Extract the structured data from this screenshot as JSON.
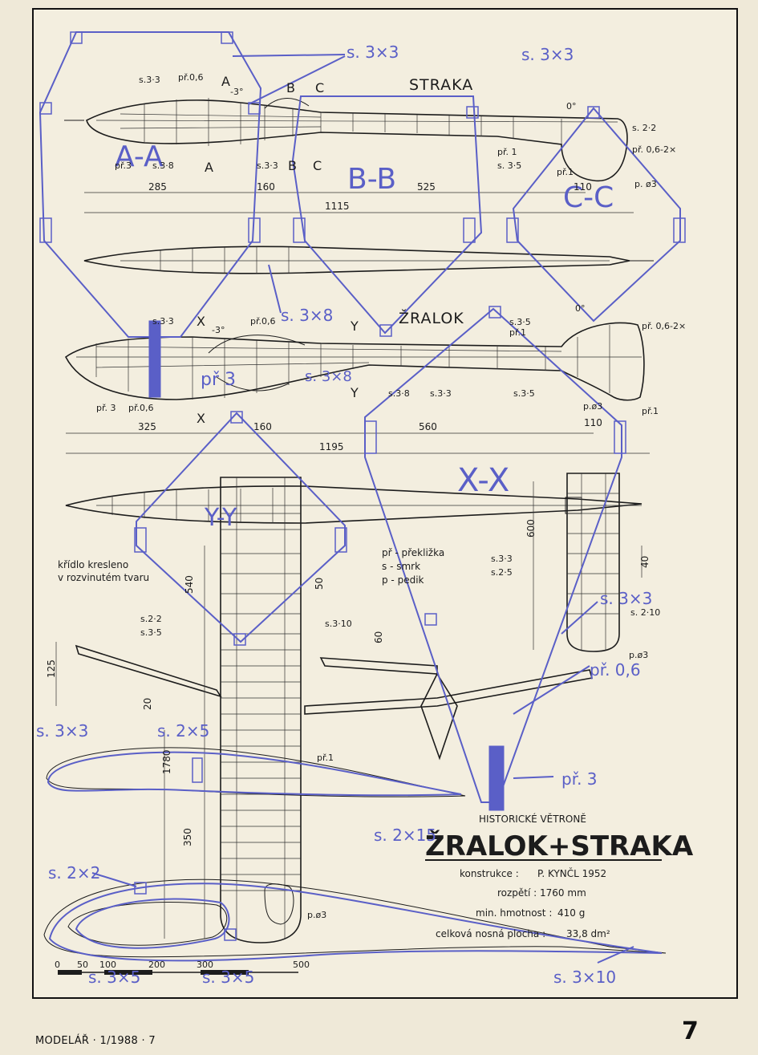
{
  "footer": {
    "magazine": "MODELÁŘ · 1/1988 · 7",
    "page_number": "7"
  },
  "titles": {
    "straka": "STRAKA",
    "zralok": "ŽRALOK",
    "historicke": "HISTORICKÉ VĚTRONĚ",
    "main": "ŽRALOK+STRAKA"
  },
  "specs": {
    "konstrukce_label": "konstrukce :",
    "konstrukce_value": "P. KYNČL  1952",
    "rozpeti": "rozpětí : 1760 mm",
    "hmotnost_label": "min. hmotnost :",
    "hmotnost_value": "410 g",
    "plocha_label": "celková nosná plocha :",
    "plocha_value": "33,8 dm²"
  },
  "legend": [
    "př - překližka",
    "s - smrk",
    "p - pedik"
  ],
  "wing_note": [
    "křídlo kresleno",
    "v rozvinutém tvaru"
  ],
  "blue_labels": {
    "s33a": "s. 3×3",
    "s33b": "s. 3×3",
    "s38": "s. 3×8",
    "s33c": "s. 3×3",
    "s25": "s. 2×5",
    "s215": "s. 2×15",
    "s22": "s. 2×2",
    "s35a": "s. 3×5",
    "s35b": "s. 3×5",
    "s310": "s. 3×10",
    "s33d": "s. 3×3",
    "pr06": "př. 0,6",
    "pr3a": "př 3",
    "pr3b": "př. 3",
    "s38b": "s. 3×8",
    "AA": "A-A",
    "BB": "B-B",
    "CC": "C-C",
    "XX": "X-X",
    "YY": "Y-Y"
  },
  "dims": {
    "d285": "285",
    "d160a": "160",
    "d525": "525",
    "d1115": "1115",
    "d110a": "110",
    "d325": "325",
    "d160b": "160",
    "d560": "560",
    "d110b": "110",
    "d1195": "1195",
    "d540": "540",
    "d50": "50",
    "d600": "600",
    "d40": "40",
    "d60": "60",
    "d125": "125",
    "d20": "20",
    "d1780": "1780",
    "d350": "350"
  },
  "small": {
    "s33_1": "s.3·3",
    "pr06_1": "př.0,6",
    "A_1": "A",
    "a3": "-3°",
    "B_1": "B",
    "C_1": "C",
    "B_2": "B",
    "C_2": "C",
    "A_2": "A",
    "pr3_1": "př.3",
    "s38_1": "s.3·8",
    "s33_2": "s.3·3",
    "zero1": "0°",
    "s22_1": "s. 2·2",
    "pr06_2": "př. 0,6-2×",
    "pr1_1": "př. 1",
    "s35_1": "s. 3·5",
    "pr1_2": "př.1",
    "pphi3_1": "p. ø3",
    "s33_3": "s.3·3",
    "X1": "X",
    "m3": "-3°",
    "pr06_3": "př.0,6",
    "Y1": "Y",
    "Y2": "Y",
    "X2": "X",
    "zero2": "0°",
    "s35_2": "s.3·5",
    "pr1_3": "př.1",
    "pr06_4": "př. 0,6-2×",
    "pr3_2": "př. 3",
    "pr06_5": "př.0,6",
    "s38_2": "s.3·8",
    "s33_4": "s.3·3",
    "s35_3": "s.3·5",
    "pphi3_2": "p.ø3",
    "pr1_4": "př.1",
    "s22_2": "s.2·2",
    "s35_4": "s.3·5",
    "s310_1": "s.3·10",
    "s33_5": "s.3·3",
    "s25_1": "s.2·5",
    "s210": "s. 2·10",
    "pphi3_3": "p.ø3",
    "pr1_5": "př.1",
    "pphi3_4": "p.ø3"
  },
  "scale": {
    "t0": "0",
    "t50": "50",
    "t100": "100",
    "t200": "200",
    "t300": "300",
    "t500": "500"
  }
}
